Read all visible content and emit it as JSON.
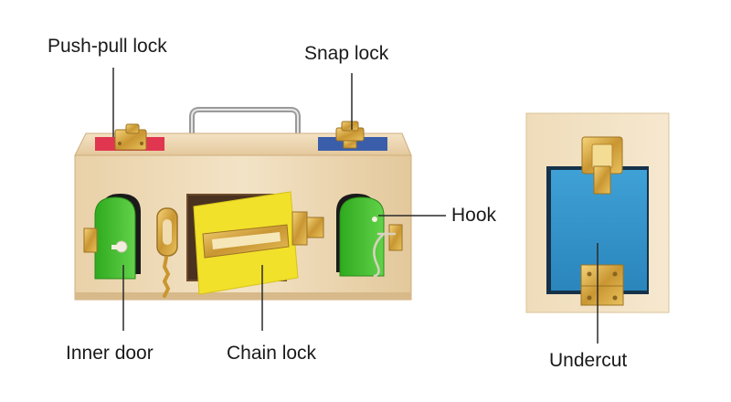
{
  "labels": {
    "push_pull_lock": "Push-pull lock",
    "snap_lock": "Snap lock",
    "hook": "Hook",
    "inner_door": "Inner door",
    "chain_lock": "Chain lock",
    "undercut": "Undercut"
  },
  "colors": {
    "wood": "#eed8b4",
    "wood_shadow": "#d9bc8e",
    "green_door": "#3fbe2a",
    "yellow_door": "#f2e12a",
    "red_panel": "#e0364f",
    "blue_panel": "#3a5ea9",
    "undercut_blue": "#2f8fc4",
    "brass": "#d4a43c"
  }
}
